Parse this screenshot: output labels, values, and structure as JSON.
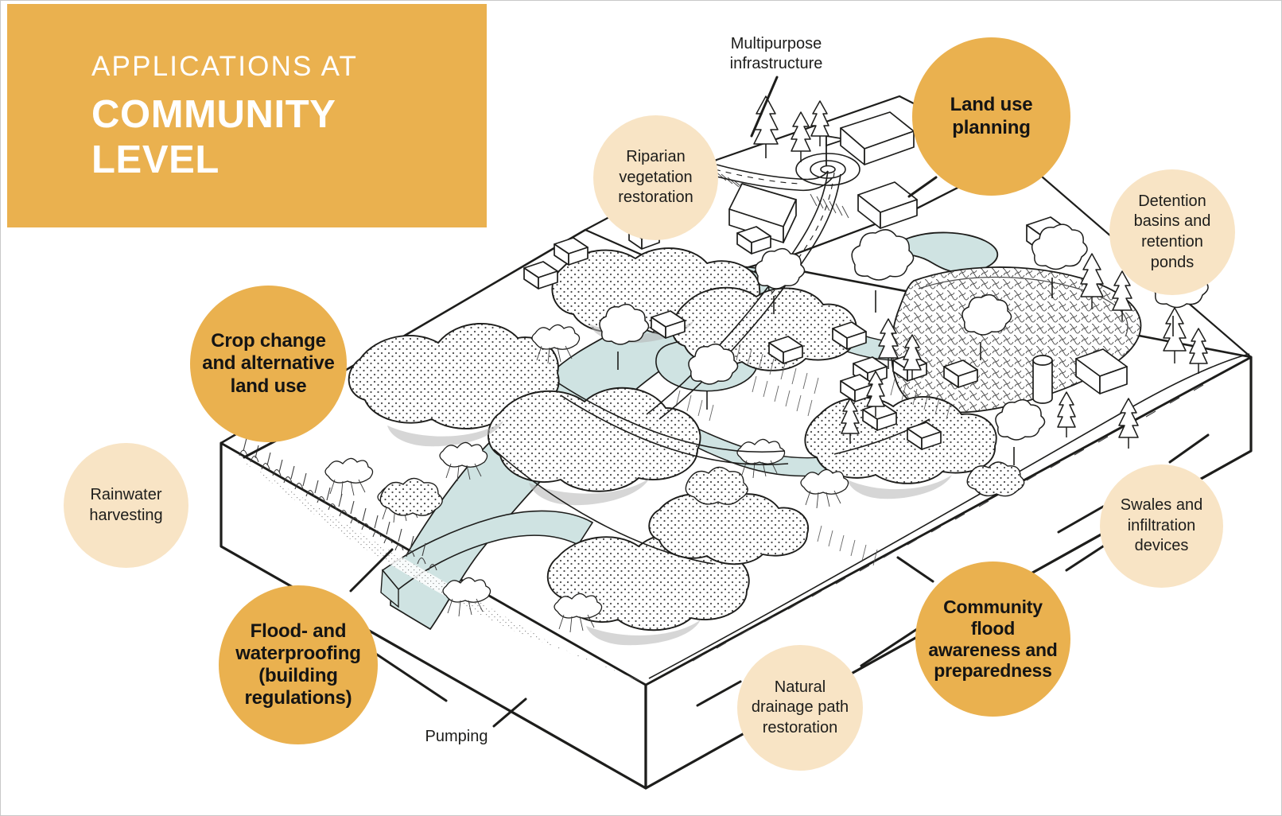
{
  "title": {
    "eyebrow": "APPLICATIONS AT",
    "main": "COMMUNITY\nLEVEL"
  },
  "colors": {
    "primary_orange": "#eab14f",
    "secondary_beige": "#f8e4c5",
    "title_text": "#ffffff",
    "label_text": "#1d1d1b",
    "water": "#cfe3e2",
    "line": "#1d1d1b"
  },
  "callouts": {
    "primary": [
      {
        "id": "crop-change",
        "label": "Crop change\nand alternative\nland use"
      },
      {
        "id": "land-use",
        "label": "Land use\nplanning"
      },
      {
        "id": "flood-proofing",
        "label": "Flood- and\nwaterproofing\n(building\nregulations)"
      },
      {
        "id": "community-flood",
        "label": "Community\nflood\nawareness and\npreparedness"
      }
    ],
    "secondary": [
      {
        "id": "riparian",
        "label": "Riparian\nvegetation\nrestoration"
      },
      {
        "id": "detention",
        "label": "Detention\nbasins and\nretention\nponds"
      },
      {
        "id": "rainwater",
        "label": "Rainwater\nharvesting"
      },
      {
        "id": "swales",
        "label": "Swales and\ninfiltration\ndevices"
      },
      {
        "id": "drainage",
        "label": "Natural\ndrainage path\nrestoration"
      }
    ]
  },
  "plain_labels": [
    {
      "id": "multipurpose",
      "label": "Multipurpose\ninfrastructure"
    },
    {
      "id": "pumping",
      "label": "Pumping"
    }
  ],
  "illustration": {
    "kind": "isometric-landscape-block",
    "description": "Line-art isometric block diagram of a river catchment community showing woodland, river channels, ponds, fields, houses and roads"
  }
}
